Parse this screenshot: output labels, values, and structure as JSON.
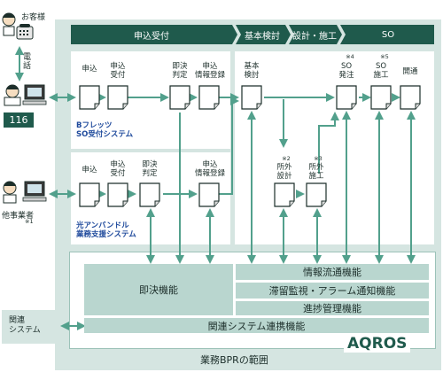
{
  "phases": [
    {
      "label": "申込受付"
    },
    {
      "label": "基本検討"
    },
    {
      "label": "設計・施工"
    },
    {
      "label": "SO"
    }
  ],
  "actors": {
    "customer": "お客様",
    "phone": "電話",
    "center_number": "116",
    "other_operator": "他事業者",
    "other_operator_note": "※1",
    "related_system": "関連\nシステム"
  },
  "systems": {
    "bflets": "Bフレッツ\nSO受付システム",
    "hikari": "光アンバンドル\n業務支援システム"
  },
  "top_docs": [
    {
      "label": "申込"
    },
    {
      "label": "申込\n受付"
    },
    {
      "label": "即決\n判定"
    },
    {
      "label": "申込\n情報登録"
    },
    {
      "label": "基本\n検討"
    },
    {
      "label": "SO\n発注",
      "note": "※4"
    },
    {
      "label": "SO\n施工",
      "note": "※5"
    },
    {
      "label": "開通"
    }
  ],
  "bottom_docs": [
    {
      "label": "申込"
    },
    {
      "label": "申込\n受付"
    },
    {
      "label": "即決\n判定"
    },
    {
      "label": "申込\n情報登録"
    },
    {
      "label": "所外\n設計",
      "note": "※2"
    },
    {
      "label": "所外\n施工",
      "note": "※3"
    }
  ],
  "functions": {
    "sokketsu": "即決機能",
    "info_flow": "情報流通機能",
    "monitoring": "滞留監視・アラーム通知機能",
    "progress": "進捗管理機能",
    "linkage": "関連システム連携機能"
  },
  "brand": "AQROS",
  "scope_label": "業務BPRの範囲",
  "colors": {
    "phase_bar": "#1f5a4c",
    "arrow": "#52a08c",
    "region": "#d5e5e1",
    "function_box": "#b9d6cf",
    "system_label": "#1f4a9c"
  }
}
